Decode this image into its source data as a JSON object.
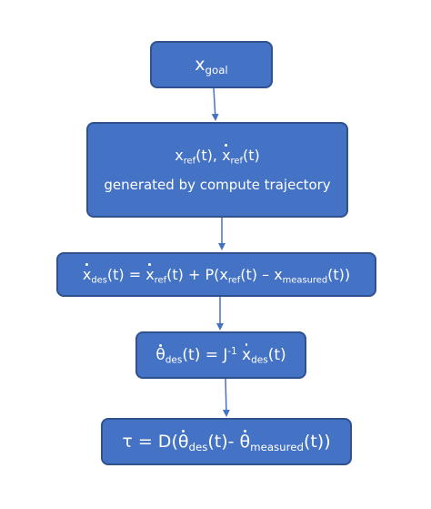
{
  "nodes": {
    "goal": {
      "var": "x",
      "sub": "goal"
    },
    "reference": {
      "x": "x",
      "ref": "ref",
      "arg": "(t)",
      "sep": ", ",
      "caption": "generated by compute trajectory"
    },
    "desired_velocity": {
      "x": "x",
      "des": "des",
      "ref": "ref",
      "measured": "measured",
      "t": "(t)",
      "eq": " = ",
      "plus_p": " + P(",
      "minus": " – ",
      "close": "(t))"
    },
    "joint_velocity": {
      "theta": "θ",
      "des": "des",
      "t": "(t)",
      "eq": " = J",
      "inv": "-1",
      "x": "x"
    },
    "torque": {
      "tau": "τ",
      "eq": " = D(",
      "theta": "θ",
      "des": "des",
      "t": "(t)",
      "minus": "- ",
      "measured": "measured",
      "close": "(t))"
    }
  },
  "colors": {
    "box_fill": "#4472c4",
    "box_border": "#2f528f",
    "arrow": "#4472c4",
    "text": "#ffffff"
  }
}
